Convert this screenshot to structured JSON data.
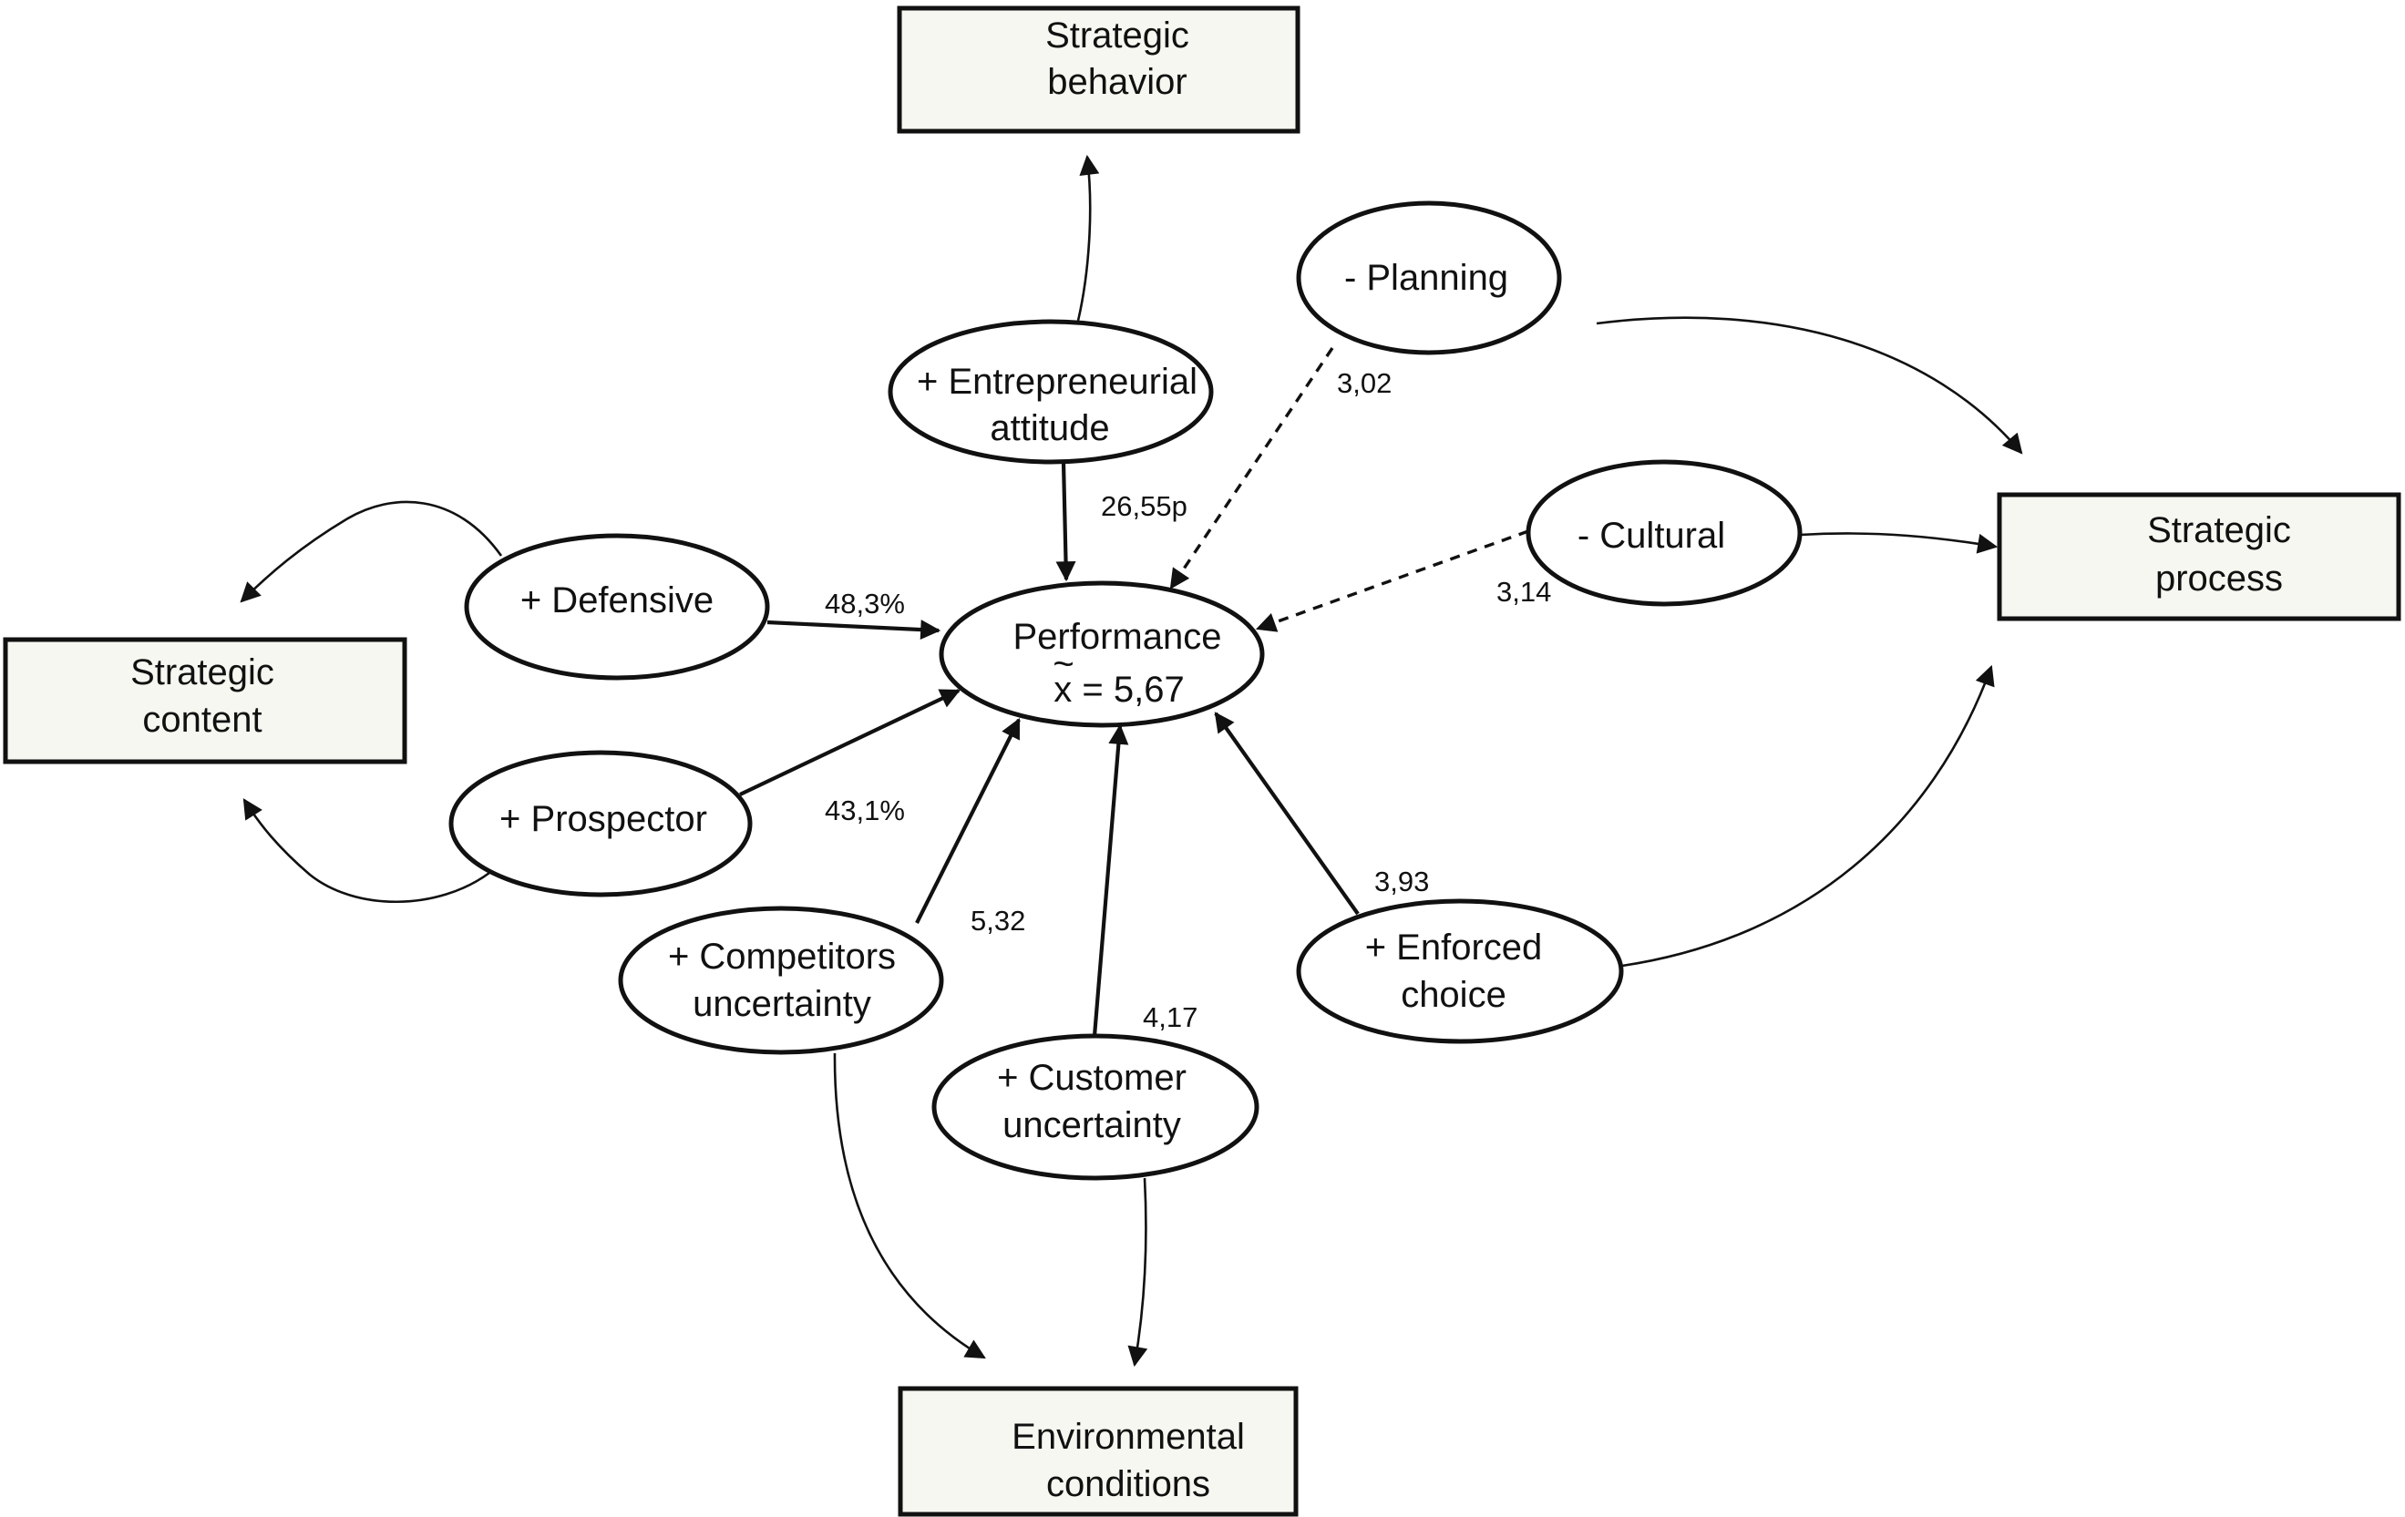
{
  "title": "Strategy-performance relationship model",
  "boxes": {
    "strategic_behavior": [
      "Strategic",
      "behavior"
    ],
    "strategic_content": [
      "Strategic",
      "content"
    ],
    "strategic_process": [
      "Strategic",
      "process"
    ],
    "environmental_conditions": [
      "Environmental",
      "conditions"
    ]
  },
  "nodes": {
    "performance": {
      "line1": "Performance",
      "line2": "x = 5,67",
      "median_symbol": "~"
    },
    "entrepreneurial": [
      "+ Entrepreneurial",
      "attitude"
    ],
    "planning": [
      "- Planning"
    ],
    "cultural": [
      "- Cultural"
    ],
    "defensive": [
      "+ Defensive"
    ],
    "prospector": [
      "+ Prospector"
    ],
    "competitors": [
      "+ Competitors",
      "uncertainty"
    ],
    "customer": [
      "+ Customer",
      "uncertainty"
    ],
    "enforced": [
      "+ Enforced",
      "choice"
    ]
  },
  "edges": [
    {
      "from": "Entrepreneurial attitude",
      "to": "Performance",
      "label": "26,55p",
      "style": "solid"
    },
    {
      "from": "Planning",
      "to": "Performance",
      "label": "3,02",
      "style": "dashed"
    },
    {
      "from": "Cultural",
      "to": "Performance",
      "label": "3,14",
      "style": "dashed"
    },
    {
      "from": "Defensive",
      "to": "Performance",
      "label": "48,3%",
      "style": "solid"
    },
    {
      "from": "Prospector",
      "to": "Performance",
      "label": "43,1%",
      "style": "solid"
    },
    {
      "from": "Competitors uncertainty",
      "to": "Performance",
      "label": "5,32",
      "style": "solid"
    },
    {
      "from": "Customer uncertainty",
      "to": "Performance",
      "label": "4,17",
      "style": "solid"
    },
    {
      "from": "Enforced choice",
      "to": "Performance",
      "label": "3,93",
      "style": "solid"
    },
    {
      "from": "Entrepreneurial attitude",
      "to": "Strategic behavior",
      "label": "",
      "style": "curve"
    },
    {
      "from": "Defensive",
      "to": "Strategic content",
      "label": "",
      "style": "curve"
    },
    {
      "from": "Prospector",
      "to": "Strategic content",
      "label": "",
      "style": "curve"
    },
    {
      "from": "Planning",
      "to": "Strategic process",
      "label": "",
      "style": "curve"
    },
    {
      "from": "Cultural",
      "to": "Strategic process",
      "label": "",
      "style": "curve"
    },
    {
      "from": "Enforced choice",
      "to": "Strategic process",
      "label": "",
      "style": "curve"
    },
    {
      "from": "Competitors uncertainty",
      "to": "Environmental conditions",
      "label": "",
      "style": "curve"
    },
    {
      "from": "Customer uncertainty",
      "to": "Environmental conditions",
      "label": "",
      "style": "curve"
    }
  ],
  "colors": {
    "stroke": "#111111",
    "box_fill": "#f7f7f1",
    "node_fill": "#ffffff"
  }
}
